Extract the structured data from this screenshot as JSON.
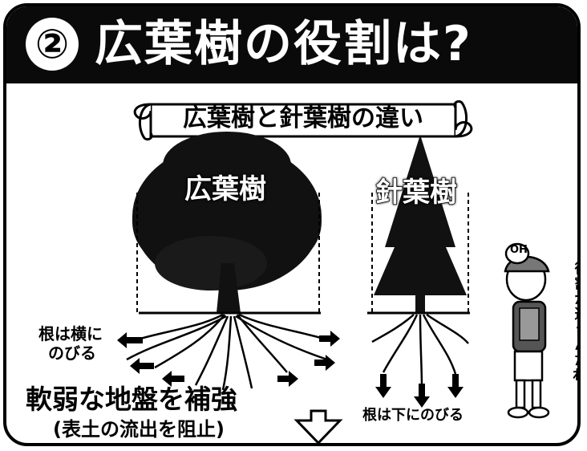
{
  "header": {
    "number": "②",
    "title": "広葉樹の役割は?"
  },
  "banner": {
    "text": "広葉樹と針葉樹の違い"
  },
  "trees": {
    "broadleaf": {
      "label": "広葉樹",
      "root_note_line1": "根は横に",
      "root_note_line2": "のびる"
    },
    "conifer": {
      "label": "針葉樹",
      "root_note": "根は下にのびる"
    }
  },
  "bottom": {
    "main": "軟弱な地盤を補強",
    "sub": "(表土の流出を阻止)"
  },
  "character": {
    "speech": "OH",
    "side_text": "役割が違うんだね。"
  },
  "colors": {
    "header_bg": "#0a0a0a",
    "ink": "#000000",
    "paper": "#ffffff"
  }
}
